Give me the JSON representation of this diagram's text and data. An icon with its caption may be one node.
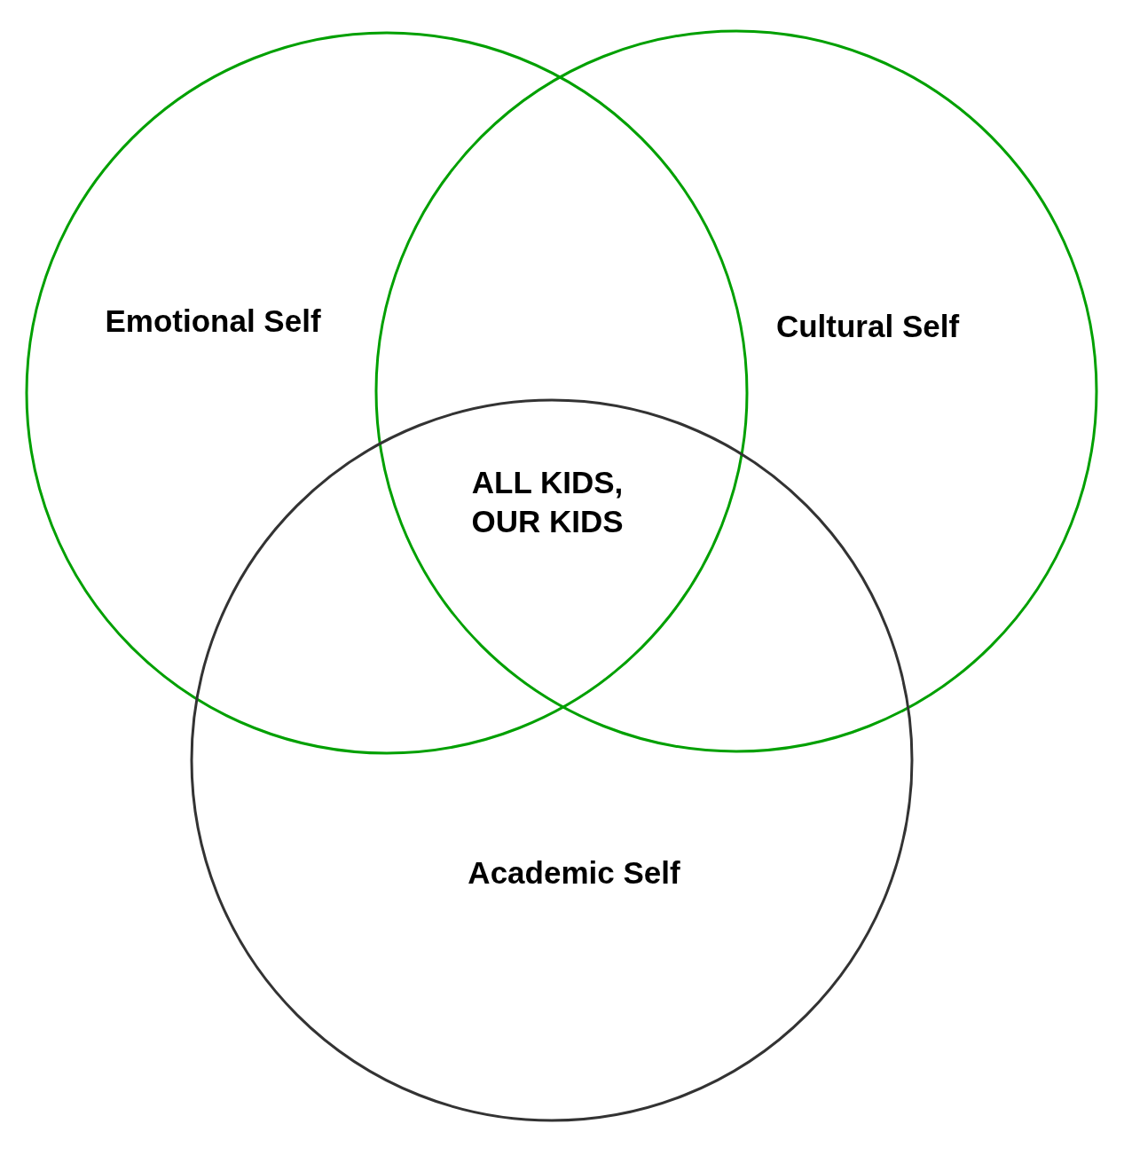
{
  "diagram": {
    "nodes": [
      {
        "text": [
          "Emotional Self"
        ]
      },
      {
        "text": [
          "Cultural Self"
        ]
      },
      {
        "text": [
          "Academic Self"
        ]
      }
    ],
    "labels": [
      "ALL KIDS, OUR KIDS"
    ]
  }
}
